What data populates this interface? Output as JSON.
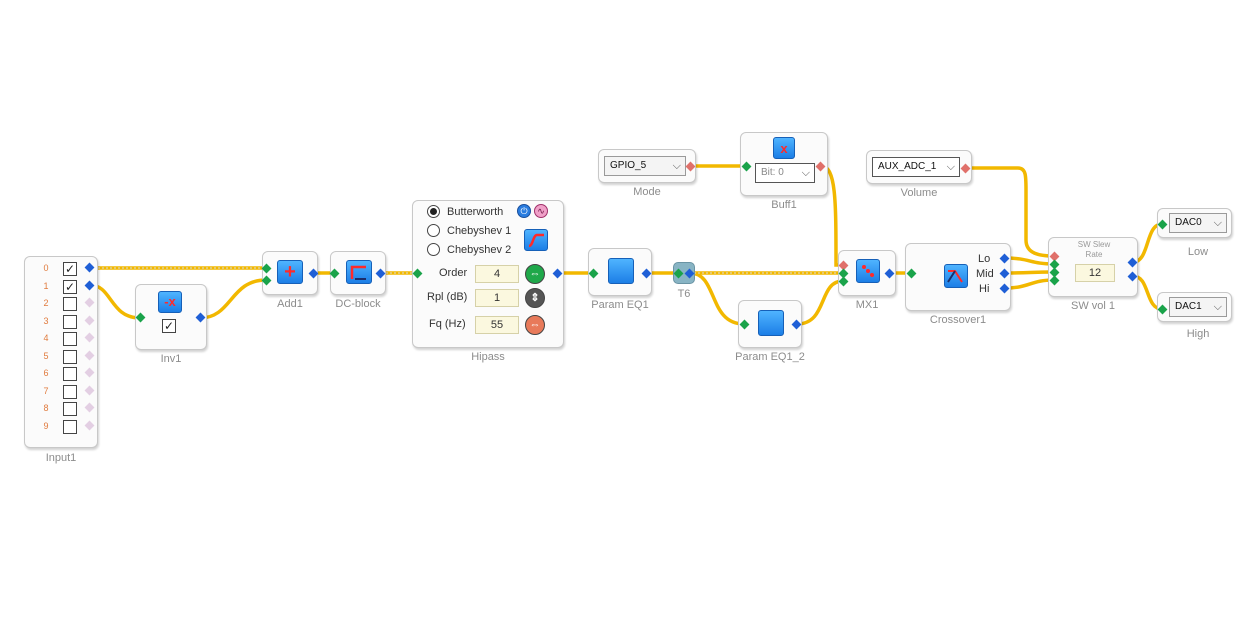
{
  "input1": {
    "caption": "Input1",
    "rows": [
      "0",
      "1",
      "2",
      "3",
      "4",
      "5",
      "6",
      "7",
      "8",
      "9"
    ],
    "checked": [
      true,
      true,
      false,
      false,
      false,
      false,
      false,
      false,
      false,
      false
    ]
  },
  "inv1": {
    "caption": "Inv1",
    "icon": "-x"
  },
  "add1": {
    "caption": "Add1",
    "icon": "+"
  },
  "dcblock": {
    "caption": "DC-block"
  },
  "hipass": {
    "caption": "Hipass",
    "types": [
      "Butterworth",
      "Chebyshev 1",
      "Chebyshev 2"
    ],
    "selected_index": 0,
    "order_label": "Order",
    "order_value": "4",
    "rpl_label": "Rpl (dB)",
    "rpl_value": "1",
    "fq_label": "Fq (Hz)",
    "fq_value": "55"
  },
  "param_eq1": {
    "caption": "Param EQ1"
  },
  "t6": {
    "caption": "T6"
  },
  "param_eq1_2": {
    "caption": "Param EQ1_2"
  },
  "mode": {
    "caption": "Mode",
    "value": "GPIO_5"
  },
  "buff1": {
    "caption": "Buff1",
    "select_value": "Bit: 0",
    "icon": "x"
  },
  "mx1": {
    "caption": "MX1"
  },
  "crossover1": {
    "caption": "Crossover1",
    "outputs": [
      "Lo",
      "Mid",
      "Hi"
    ]
  },
  "volume": {
    "caption": "Volume",
    "value": "AUX_ADC_1"
  },
  "swvol1": {
    "caption": "SW vol 1",
    "slew_label": "SW Slew\nRate",
    "slew_value": "12"
  },
  "low": {
    "caption": "Low",
    "value": "DAC0"
  },
  "high": {
    "caption": "High",
    "value": "DAC1"
  },
  "colors": {
    "wire": "#f2b800",
    "in_pin": "#1aa34a",
    "out_pin": "#1f5fd6",
    "accent": "#1c7ee6"
  }
}
